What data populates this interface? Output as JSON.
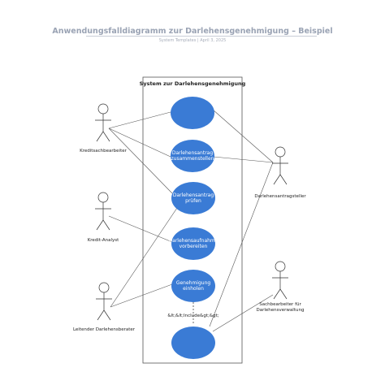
{
  "header": {
    "title": "Anwendungsfalldiagramm zur Darlehensgenehmigung – Beispiel",
    "subtitle": "System Templates  |  April 3, 2025"
  },
  "diagram": {
    "system_title": "System zur Darlehensgenehmigung",
    "use_cases": [
      {
        "id": "uc1",
        "line1": "",
        "line2": ""
      },
      {
        "id": "uc2",
        "line1": "Darlehensantrag",
        "line2": "zusammenstellen"
      },
      {
        "id": "uc3",
        "line1": "Darlehensantrag",
        "line2": "prüfen"
      },
      {
        "id": "uc4",
        "line1": "Darlehensaufnahme",
        "line2": "vorbereiten"
      },
      {
        "id": "uc5",
        "line1": "Genehmigung",
        "line2": "einholen"
      },
      {
        "id": "uc6",
        "line1": "",
        "line2": ""
      }
    ],
    "actors": {
      "kreditsachbearbeiter": {
        "line1": "Kreditsachbearbeiter",
        "line2": ""
      },
      "kredit_analyst": {
        "line1": "Kredit-Analyst",
        "line2": ""
      },
      "leitender_berater": {
        "line1": "Leitender Darlehensberater",
        "line2": ""
      },
      "antragsteller": {
        "line1": "Darlehensantragsteller",
        "line2": ""
      },
      "sachbearbeiter_verwaltung": {
        "line1": "Sachbearbeiter für",
        "line2": "Darlehensverwaltung"
      }
    },
    "include_label": "&lt;&lt;Include&gt;&gt;",
    "colors": {
      "use_case_fill": "#3a7bd5",
      "line": "#555555",
      "title": "#9aa3b4"
    }
  }
}
